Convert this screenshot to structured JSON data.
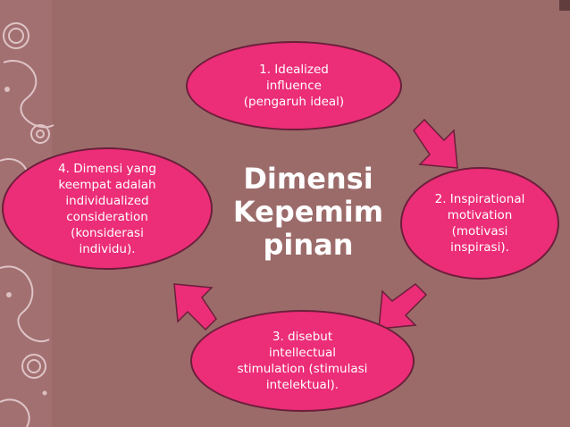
{
  "slide": {
    "center_title": "Dimensi\nKepemim\npinan",
    "nodes": [
      {
        "id": 1,
        "text": "1. Idealized\ninfluence\n(pengaruh ideal)"
      },
      {
        "id": 2,
        "text": "2. Inspirational\nmotivation\n(motivasi\ninspirasi)."
      },
      {
        "id": 3,
        "text": "3. disebut\nintellectual\nstimulation (stimulasi\nintelektual)."
      },
      {
        "id": 4,
        "text": "4. Dimensi yang\nkeempat adalah\nindividualized\nconsideration\n(konsiderasi\nindividu)."
      }
    ]
  },
  "colors": {
    "background": "#9b6b6a",
    "node_fill": "#ec2d78",
    "node_border": "#6b1f3a",
    "arrow_fill": "#ec2d78",
    "text": "#ffffff"
  }
}
